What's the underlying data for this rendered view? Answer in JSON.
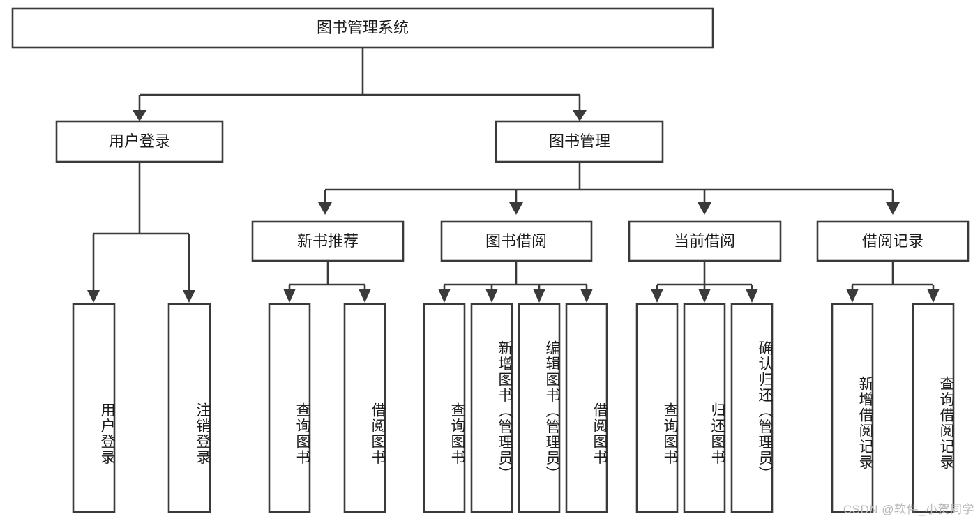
{
  "diagram": {
    "type": "tree",
    "title": "图书管理系统",
    "watermark": "CSDN @软件_小贺同学",
    "levels": {
      "root": {
        "label": "图书管理系统"
      },
      "level2": [
        {
          "id": "user-login",
          "label": "用户登录"
        },
        {
          "id": "book-management",
          "label": "图书管理"
        }
      ],
      "level3": [
        {
          "id": "new-book-recommend",
          "label": "新书推荐",
          "parent": "book-management"
        },
        {
          "id": "book-borrow",
          "label": "图书借阅",
          "parent": "book-management"
        },
        {
          "id": "current-borrow",
          "label": "当前借阅",
          "parent": "book-management"
        },
        {
          "id": "borrow-record",
          "label": "借阅记录",
          "parent": "book-management"
        }
      ],
      "leaves": [
        {
          "id": "leaf-user-login",
          "label": "用户登录",
          "parent": "user-login"
        },
        {
          "id": "leaf-logout-login",
          "label": "注销登录",
          "parent": "user-login"
        },
        {
          "id": "leaf-query-book-1",
          "label": "查询图书",
          "parent": "new-book-recommend"
        },
        {
          "id": "leaf-borrow-book-1",
          "label": "借阅图书",
          "parent": "new-book-recommend"
        },
        {
          "id": "leaf-query-book-2",
          "label": "查询图书",
          "parent": "book-borrow"
        },
        {
          "id": "leaf-add-book",
          "label": "新增图书（管理员）",
          "parent": "book-borrow"
        },
        {
          "id": "leaf-edit-book",
          "label": "编辑图书（管理员）",
          "parent": "book-borrow"
        },
        {
          "id": "leaf-borrow-book-2",
          "label": "借阅图书",
          "parent": "book-borrow"
        },
        {
          "id": "leaf-query-book-3",
          "label": "查询图书",
          "parent": "current-borrow"
        },
        {
          "id": "leaf-return-book",
          "label": "归还图书",
          "parent": "current-borrow"
        },
        {
          "id": "leaf-confirm-return",
          "label": "确认归还（管理员）",
          "parent": "current-borrow"
        },
        {
          "id": "leaf-add-record",
          "label": "新增借阅记录",
          "parent": "borrow-record"
        },
        {
          "id": "leaf-query-record",
          "label": "查询借阅记录",
          "parent": "borrow-record"
        }
      ]
    },
    "colors": {
      "box_stroke": "#3a3a3a",
      "box_fill": "#ffffff",
      "text": "#1b1b1b",
      "watermark": "#b9b9b9"
    }
  }
}
